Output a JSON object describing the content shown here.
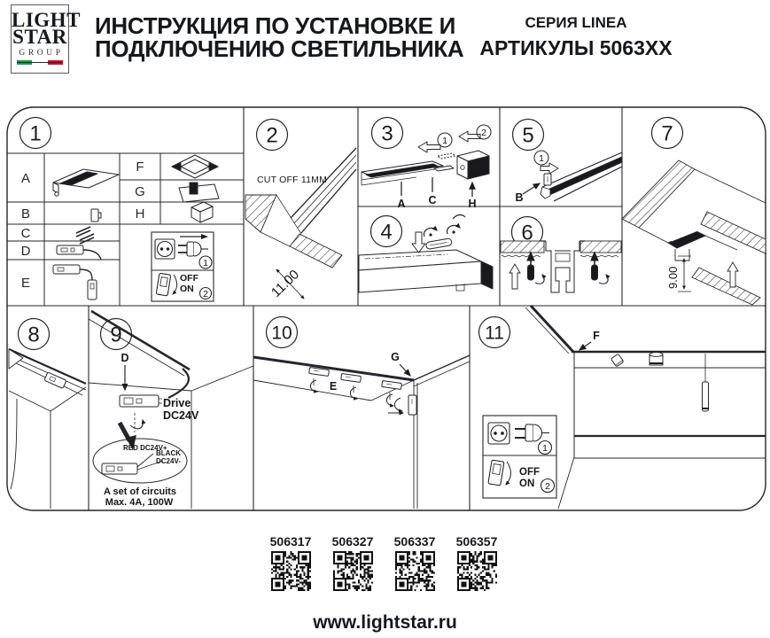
{
  "header": {
    "logo": {
      "line1": "LIGHT",
      "line2": "STAR",
      "line3": "GROUP"
    },
    "title_line1": "ИНСТРУКЦИЯ ПО УСТАНОВКЕ И",
    "title_line2": "ПОДКЛЮЧЕНИЮ СВЕТИЛЬНИКА",
    "series": "СЕРИЯ LINEA",
    "articles": "АРТИКУЛЫ 5063XX"
  },
  "panels": {
    "p1": {
      "number": "1",
      "parts": {
        "a": "A",
        "b": "B",
        "c": "C",
        "d": "D",
        "e": "E",
        "f": "F",
        "g": "G",
        "h": "H"
      }
    },
    "p2": {
      "number": "2",
      "cut_note": "CUT OFF 11MM",
      "dim": "11.00"
    },
    "p3": {
      "number": "3",
      "step1": "1",
      "step2": "2",
      "label_a": "A",
      "label_c": "C",
      "label_h": "H"
    },
    "p4": {
      "number": "4"
    },
    "p5": {
      "number": "5",
      "step1": "1",
      "label_b": "B"
    },
    "p6": {
      "number": "6"
    },
    "p7": {
      "number": "7",
      "dim": "9.00"
    },
    "p8": {
      "number": "8"
    },
    "p9": {
      "number": "9",
      "label_d": "D",
      "driver1": "Drive",
      "driver2": "DC24V",
      "wire_red": "RED DC24V+",
      "wire_black1": "BLACK",
      "wire_black2": "DC24V-",
      "note1": "A set of circuits",
      "note2": "Max. 4A, 100W"
    },
    "p10": {
      "number": "10",
      "label_e": "E",
      "label_g": "G"
    },
    "p11": {
      "number": "11",
      "label_f": "F"
    }
  },
  "legend": {
    "step_plug": "1",
    "step_switch": "2",
    "off": "OFF",
    "on": "ON"
  },
  "footer": {
    "articles": [
      "506317",
      "506327",
      "506337",
      "506357"
    ],
    "website": "www.lightstar.ru"
  },
  "colors": {
    "ink": "#1b1b1b",
    "flag_green": "#169b48",
    "flag_white": "#ffffff",
    "flag_red": "#c8102e"
  }
}
